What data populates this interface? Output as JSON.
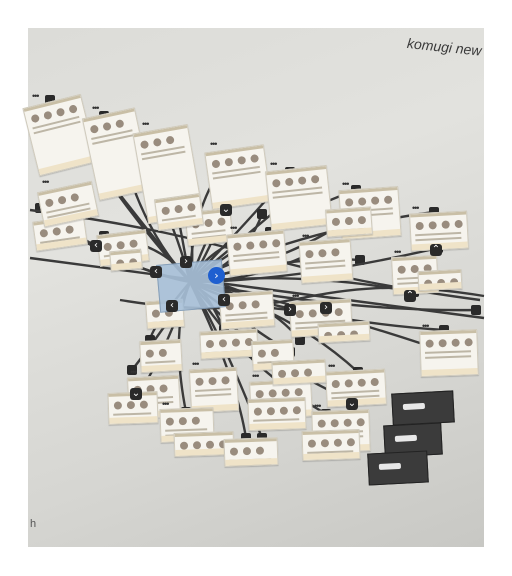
{
  "window": {
    "title": "komugi new"
  },
  "footer": {
    "corner_text": "h"
  },
  "canvas": {
    "screen_count": 38,
    "dark_screen_count": 3,
    "selected_node_icon": "chevron-right-icon",
    "colors": {
      "wire": "#3a3a3a",
      "screen_bg": "#f6f4ee",
      "selection": "#1e5fd0",
      "hub": "#a8c1d9",
      "dark_screen": "#3b3b3b"
    }
  },
  "nav_icons": [
    "chevron-left-icon",
    "chevron-right-icon",
    "chevron-up-icon",
    "chevron-down-icon"
  ],
  "more_label": "•••"
}
